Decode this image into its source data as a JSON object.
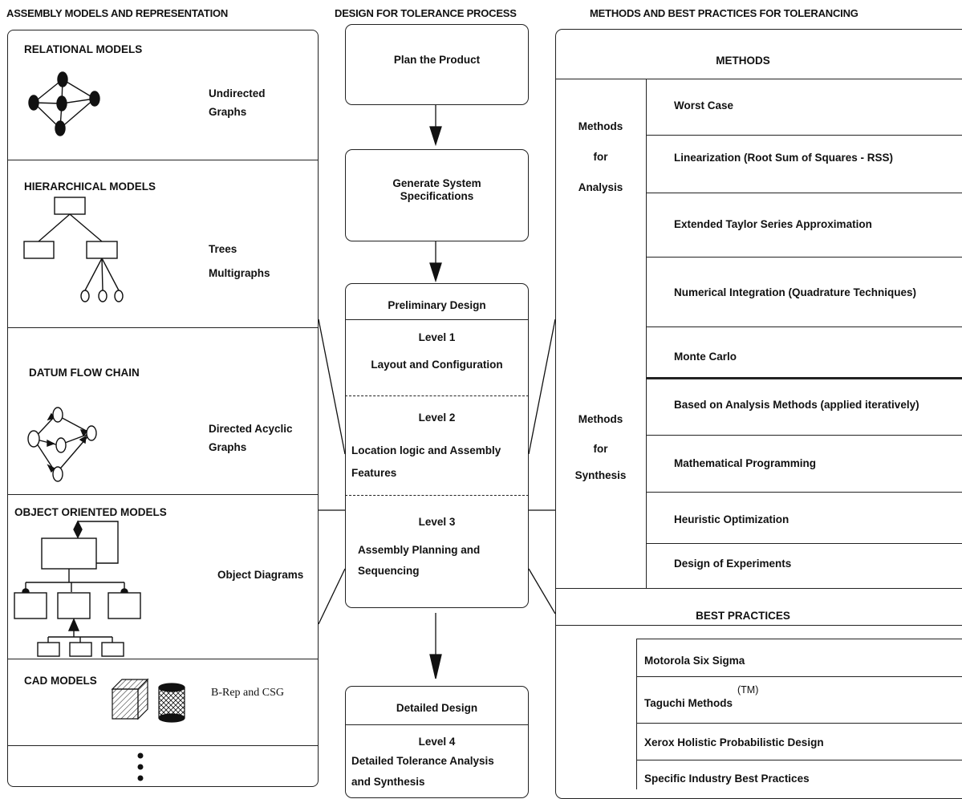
{
  "headers": {
    "left": "ASSEMBLY MODELS AND REPRESENTATION",
    "center": "DESIGN FOR TOLERANCE PROCESS",
    "right": "METHODS AND BEST PRACTICES FOR TOLERANCING"
  },
  "left": {
    "relational": {
      "title": "RELATIONAL MODELS",
      "desc": [
        "Undirected",
        "Graphs"
      ]
    },
    "hierarchical": {
      "title": "HIERARCHICAL MODELS",
      "desc": [
        "Trees",
        "Multigraphs"
      ]
    },
    "datum": {
      "title": "DATUM FLOW CHAIN",
      "desc": [
        "Directed Acyclic",
        "Graphs"
      ]
    },
    "object": {
      "title": "OBJECT ORIENTED MODELS",
      "desc": "Object Diagrams"
    },
    "cad": {
      "title": "CAD MODELS",
      "desc": "B-Rep and CSG"
    }
  },
  "center": {
    "plan": "Plan the Product",
    "generate": [
      "Generate System",
      "Specifications"
    ],
    "preliminary": "Preliminary Design",
    "level1": {
      "label": "Level 1",
      "text": "Layout and Configuration"
    },
    "level2": {
      "label": "Level 2",
      "text": [
        "Location logic and Assembly",
        "Features"
      ]
    },
    "level3": {
      "label": "Level 3",
      "text": [
        "Assembly Planning and",
        "Sequencing"
      ]
    },
    "detailed": "Detailed Design",
    "level4": {
      "label": "Level 4",
      "text": [
        "Detailed Tolerance Analysis",
        "and Synthesis"
      ]
    }
  },
  "right": {
    "methods_title": "METHODS",
    "analysis_label": [
      "Methods",
      "for",
      "Analysis"
    ],
    "analysis_methods": [
      "Worst Case",
      "Linearization (Root Sum of Squares - RSS)",
      "Extended Taylor Series Approximation",
      "Numerical Integration (Quadrature Techniques)",
      "Monte Carlo"
    ],
    "synthesis_label": [
      "Methods",
      "for",
      "Synthesis"
    ],
    "synthesis_methods": [
      "Based on  Analysis Methods (applied iteratively)",
      "Mathematical Programming",
      "Heuristic Optimization",
      "Design of Experiments"
    ],
    "best_title": "BEST PRACTICES",
    "best_practices": [
      "Motorola Six Sigma",
      "Taguchi Methods",
      "Xerox Holistic Probabilistic Design",
      "Specific Industry Best Practices"
    ],
    "tm": "(TM)"
  }
}
